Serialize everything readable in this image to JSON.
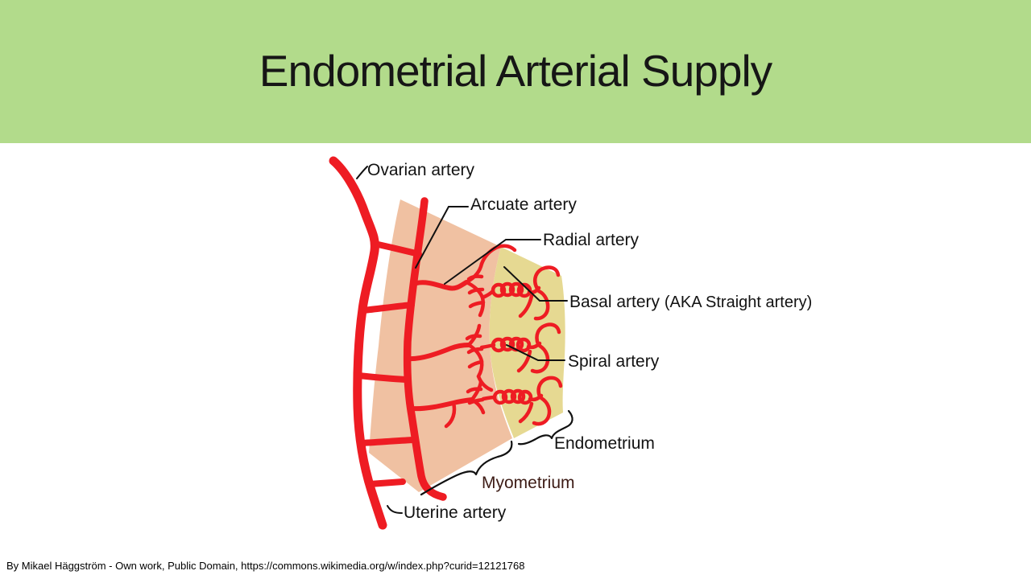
{
  "slide": {
    "title": "Endometrial Arterial Supply",
    "attribution": "By Mikael Häggström - Own work, Public Domain, https://commons.wikimedia.org/w/index.php?curid=12121768"
  },
  "diagram": {
    "labels": {
      "ovarian": "Ovarian artery",
      "arcuate": "Arcuate artery",
      "radial": "Radial artery",
      "basal": "Basal artery",
      "basal_aka": "(AKA Straight artery)",
      "spiral": "Spiral artery",
      "endometrium": "Endometrium",
      "myometrium": "Myometrium",
      "uterine": "Uterine artery"
    },
    "colors": {
      "header_green": "#b2db8b",
      "myometrium_fill": "#f0c1a2",
      "endometrium_fill": "#e6d992",
      "artery_red": "#ee1c23",
      "label_black": "#121212",
      "myometrium_label": "#3d1c16"
    }
  }
}
